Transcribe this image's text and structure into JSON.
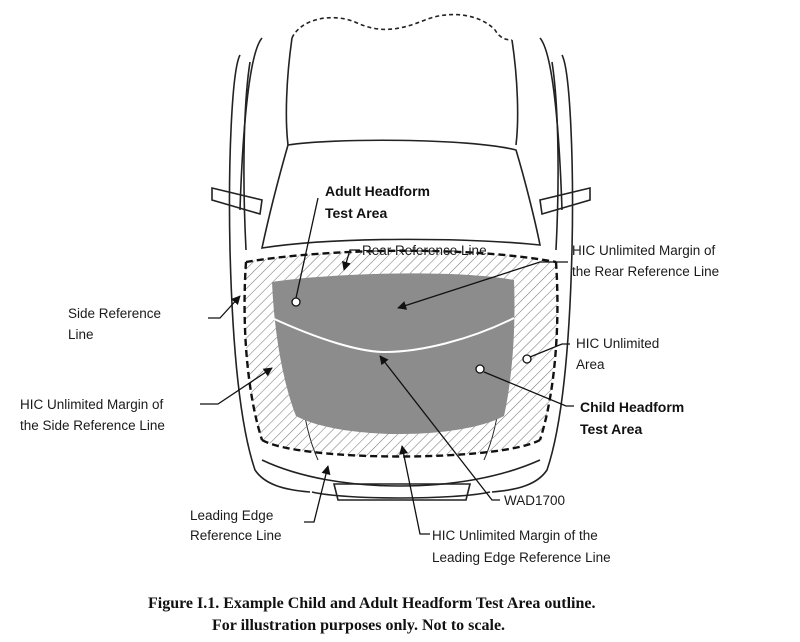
{
  "labels": {
    "adult_area_line1": "Adult Headform",
    "adult_area_line2": "Test Area",
    "rear_reference_line": "Rear Reference Line",
    "hic_rear_margin_line1": "HIC Unlimited Margin of",
    "hic_rear_margin_line2": "the Rear Reference Line",
    "side_reference_line1": "Side Reference",
    "side_reference_line2": "Line",
    "hic_unlimited_area_line1": "HIC Unlimited",
    "hic_unlimited_area_line2": "Area",
    "hic_side_margin_line1": "HIC Unlimited Margin of",
    "hic_side_margin_line2": "the Side Reference Line",
    "child_area_line1": "Child Headform",
    "child_area_line2": "Test Area",
    "leading_edge_line1": "Leading Edge",
    "leading_edge_line2": "Reference Line",
    "wad": "WAD1700",
    "hic_leading_margin_line1": "HIC Unlimited Margin of the",
    "hic_leading_margin_line2": "Leading Edge Reference Line"
  },
  "caption": {
    "line1": "Figure I.1.  Example Child and Adult Headform Test Area outline.",
    "line2": "For illustration purposes only.  Not to scale."
  },
  "colors": {
    "test_area_fill": "#8c8c8c",
    "outline": "#222222",
    "hatch": "#777777"
  }
}
